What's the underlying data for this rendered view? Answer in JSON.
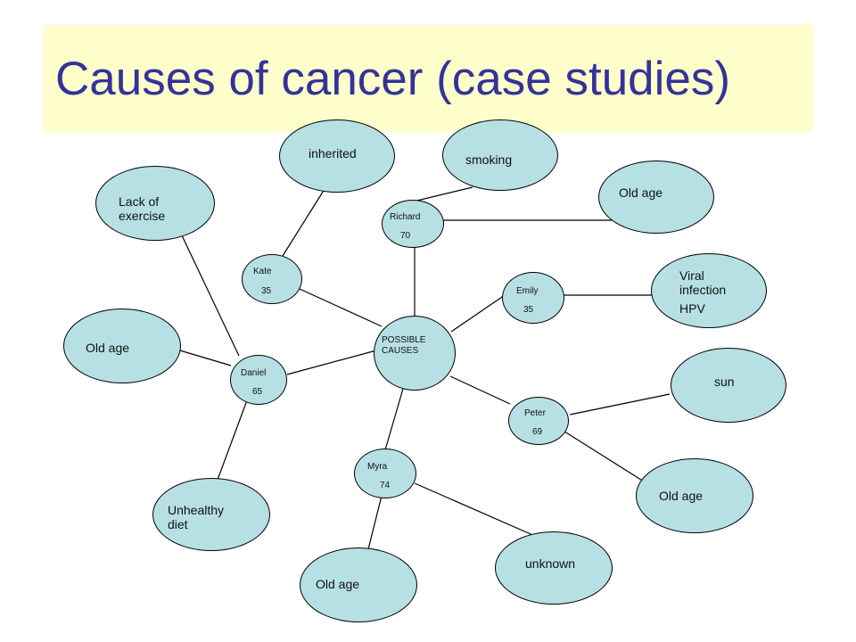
{
  "title": "Causes of cancer (case studies)",
  "colors": {
    "title_band": "#ffffcc",
    "title_text": "#333399",
    "node_fill": "#b6e0e4"
  },
  "center": {
    "line1": "POSSIBLE",
    "line2": "CAUSES"
  },
  "people": {
    "richard": {
      "name": "Richard",
      "age": "70"
    },
    "kate": {
      "name": "Kate",
      "age": "35"
    },
    "emily": {
      "name": "Emily",
      "age": "35"
    },
    "daniel": {
      "name": "Daniel",
      "age": "65"
    },
    "peter": {
      "name": "Peter",
      "age": "69"
    },
    "myra": {
      "name": "Myra",
      "age": "74"
    }
  },
  "causes": {
    "inherited": "inherited",
    "smoking": "smoking",
    "old_age_richard": "Old age",
    "lack_of_exercise_1": "Lack of",
    "lack_of_exercise_2": "exercise",
    "viral_1": "Viral",
    "viral_2": "infection",
    "viral_3": "HPV",
    "old_age_daniel": "Old age",
    "sun": "sun",
    "unhealthy_diet_1": "Unhealthy",
    "unhealthy_diet_2": "diet",
    "old_age_peter": "Old age",
    "unknown": "unknown",
    "old_age_myra": "Old age"
  }
}
